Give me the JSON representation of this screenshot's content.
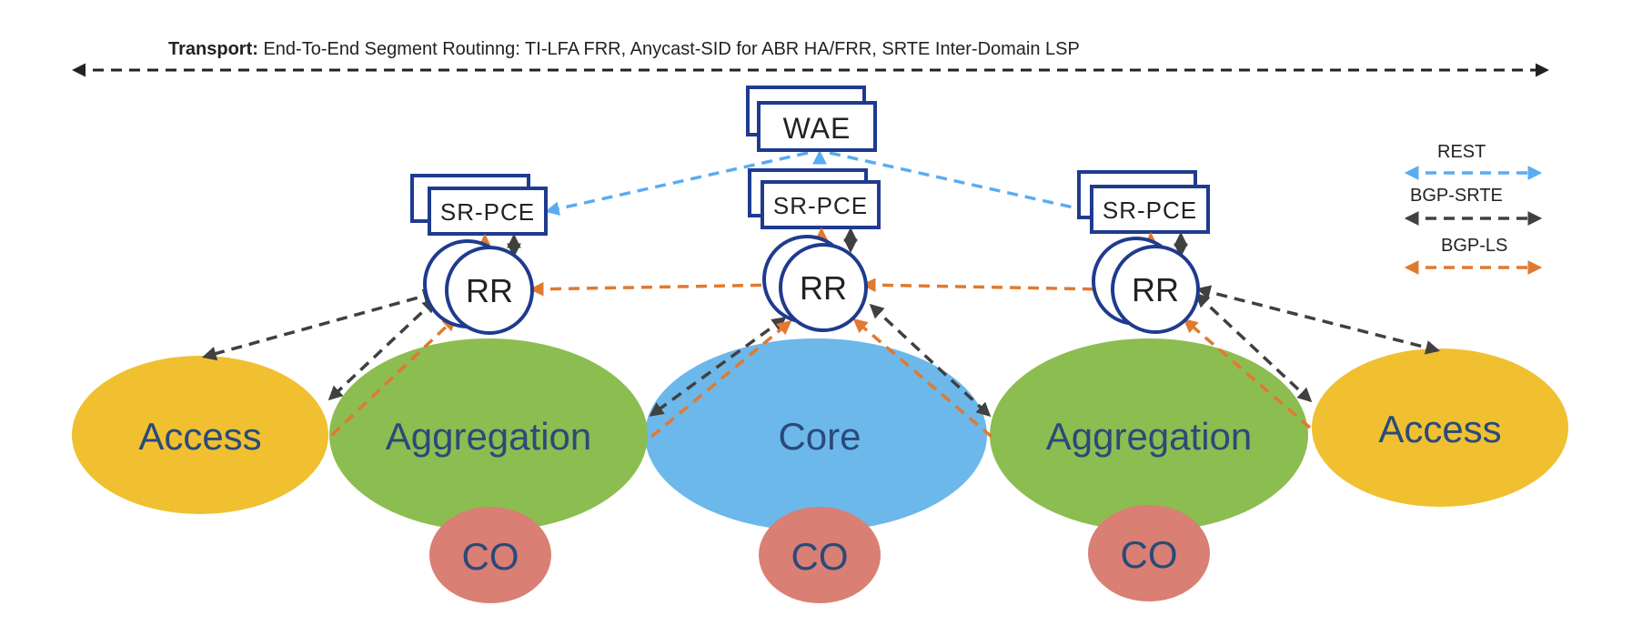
{
  "header": {
    "transport_bold": "Transport:",
    "transport_text": " End-To-End Segment Routinng: TI-LFA FRR, Anycast-SID for ABR HA/FRR, SRTE Inter-Domain LSP"
  },
  "controllers": {
    "wae": "WAE",
    "srpce": "SR-PCE",
    "rr": "RR"
  },
  "zones": {
    "access_left": "Access",
    "aggregation_left": "Aggregation",
    "core": "Core",
    "aggregation_right": "Aggregation",
    "access_right": "Access",
    "co": "CO"
  },
  "legend": {
    "rest": "REST",
    "bgp_srte": "BGP-SRTE",
    "bgp_ls": "BGP-LS"
  },
  "colors": {
    "access": "#f0c030",
    "aggregation": "#8cbd50",
    "core": "#6cb8ea",
    "co": "#d97f74",
    "rest": "#5aacf0",
    "bgp_srte": "#404040",
    "bgp_ls": "#e07a30",
    "box_border": "#1f3b8f"
  }
}
